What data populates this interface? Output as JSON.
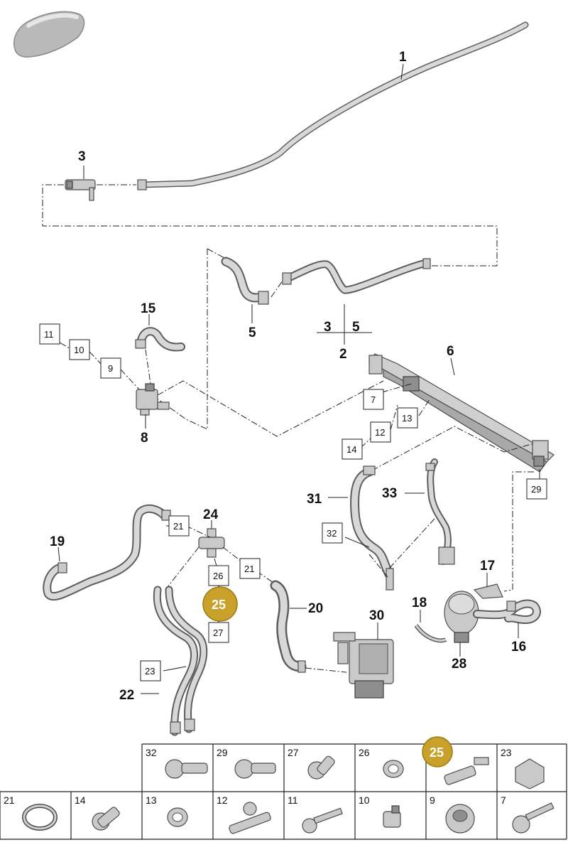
{
  "callouts": {
    "c1": "1",
    "c3a": "3",
    "c15": "15",
    "c5": "5",
    "c3b": "3",
    "c5b": "5",
    "c2": "2",
    "c6": "6",
    "c8": "8",
    "c31": "31",
    "c33": "33",
    "c24": "24",
    "c19": "19",
    "c20": "20",
    "c30": "30",
    "c17": "17",
    "c18": "18",
    "c16": "16",
    "c28": "28",
    "c22": "22"
  },
  "ref_boxes": {
    "b11": "11",
    "b10": "10",
    "b9": "9",
    "b7": "7",
    "b13": "13",
    "b12": "12",
    "b14": "14",
    "b29": "29",
    "b32": "32",
    "b21a": "21",
    "b26": "26",
    "b21b": "21",
    "b27": "27",
    "b23": "23"
  },
  "badge_main": "25",
  "parts_table": {
    "row1": [
      "32",
      "29",
      "27",
      "26",
      "25",
      "23"
    ],
    "row2": [
      "21",
      "14",
      "13",
      "12",
      "11",
      "10",
      "9",
      "7"
    ]
  },
  "colors": {
    "badge_fill": "#c9a12a",
    "badge_stroke": "#9b7b15",
    "hose_outline": "#5d5d5d",
    "hose_fill": "#d8d8d8"
  },
  "icons": {
    "car": "car-silhouette-icon",
    "screw": "screw-icon",
    "clamp": "hose-clamp-icon",
    "washer": "washer-icon",
    "nut": "nut-icon",
    "grommet": "grommet-icon",
    "sensor": "sensor-icon"
  }
}
